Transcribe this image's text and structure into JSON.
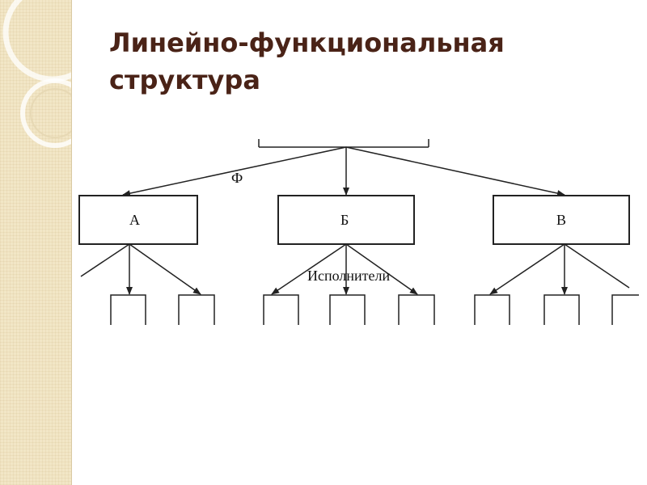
{
  "slide": {
    "title_line1": "Линейно-функциональная",
    "title_line2": "структура"
  },
  "diagram": {
    "departments": [
      {
        "label": "А"
      },
      {
        "label": "Б"
      },
      {
        "label": "В"
      }
    ],
    "functional_link_label": "Ф",
    "executors_label": "Исполнители"
  },
  "colors": {
    "title": "#4a2317",
    "side_strip": "#f2e6c6",
    "lines": "#222222"
  }
}
